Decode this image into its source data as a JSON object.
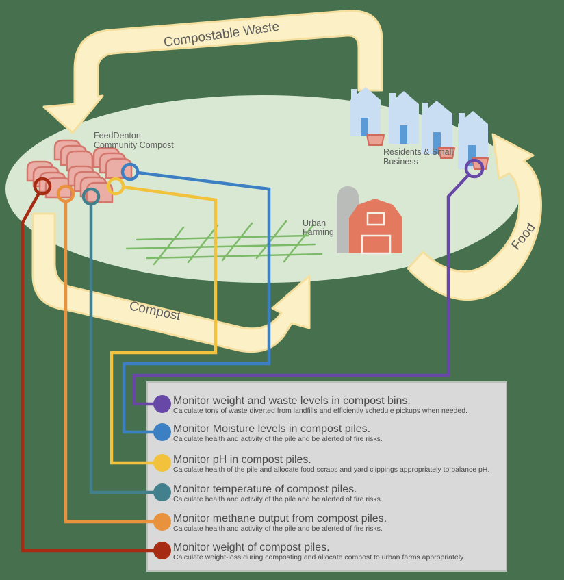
{
  "background_color": "#47704f",
  "ground_color": "#d9e8d3",
  "arrow_band": {
    "fill": "#fcf0c6",
    "border": "#f4df9e"
  },
  "flows": {
    "compostable_waste": "Compostable Waste",
    "compost": "Compost",
    "food": "Food"
  },
  "sites": {
    "feeddenton": {
      "line1": "FeedDenton",
      "line2": "Community Compost"
    },
    "residents": {
      "line1": "Residents & Small",
      "line2": "Business"
    },
    "urban_farming": {
      "line1": "Urban",
      "line2": "Farming"
    }
  },
  "legend": {
    "items": [
      {
        "id": "weight-waste-bins",
        "color": "#6748a6",
        "title": "Monitor weight and waste levels in compost bins.",
        "subtitle": "Calculate tons of waste diverted from landfills and efficiently schedule pickups when needed."
      },
      {
        "id": "moisture",
        "color": "#3c80c3",
        "title": "Monitor Moisture levels in compost piles.",
        "subtitle": "Calculate health and activity of the pile and be alerted of  fire risks."
      },
      {
        "id": "ph",
        "color": "#f2c23d",
        "title": "Monitor pH in compost piles.",
        "subtitle": "Calculate health of the pile and allocate food scraps and yard clippings appropriately to balance pH."
      },
      {
        "id": "temperature",
        "color": "#42808e",
        "title": "Monitor temperature of compost piles.",
        "subtitle": "Calculate health and activity of the pile and be alerted of  fire risks."
      },
      {
        "id": "methane",
        "color": "#e9923e",
        "title": "Monitor methane output from compost piles.",
        "subtitle": "Calculate health and activity of the pile and be alerted of  fire risks."
      },
      {
        "id": "weight-piles",
        "color": "#a72a12",
        "title": "Monitor weight of compost piles.",
        "subtitle": "Calculate weight-loss during composting and allocate compost to urban farms appropriately."
      }
    ]
  }
}
